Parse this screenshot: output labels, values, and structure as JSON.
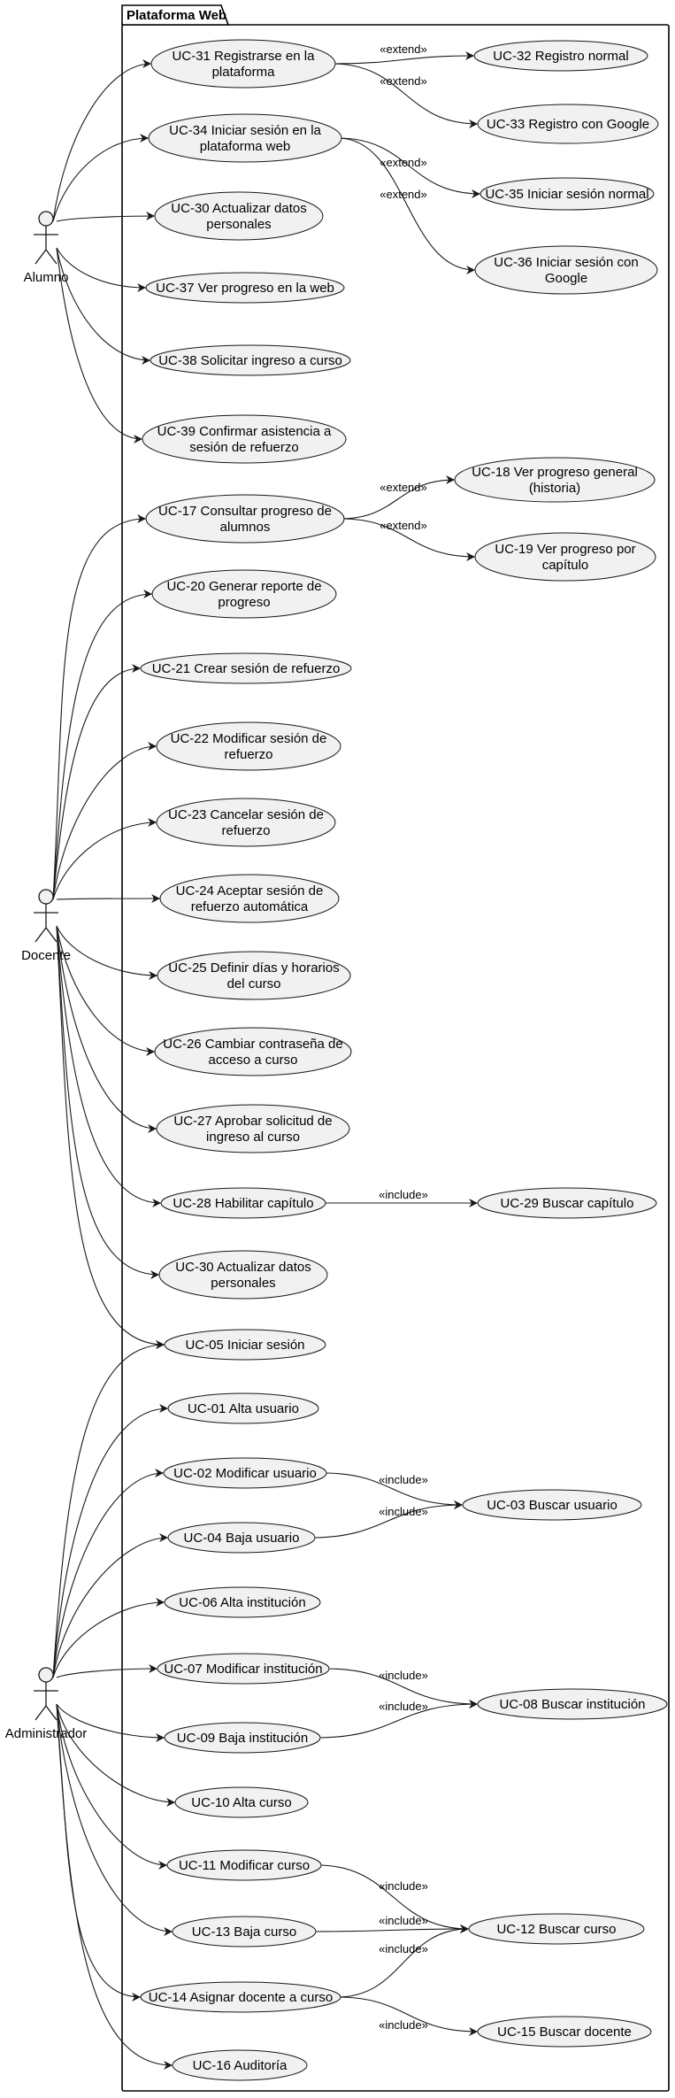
{
  "diagram": {
    "package_title": "Plataforma Web",
    "actors": {
      "alumno": "Alumno",
      "docente": "Docente",
      "admin": "Administrador"
    },
    "use_cases": {
      "uc31": [
        "UC-31 Registrarse en la",
        "plataforma"
      ],
      "uc32": [
        "UC-32 Registro normal"
      ],
      "uc33": [
        "UC-33 Registro con Google"
      ],
      "uc34": [
        "UC-34 Iniciar sesión en la",
        "plataforma web"
      ],
      "uc35": [
        "UC-35 Iniciar sesión normal"
      ],
      "uc36": [
        "UC-36 Iniciar sesión con",
        "Google"
      ],
      "uc30a": [
        "UC-30 Actualizar datos",
        "personales"
      ],
      "uc37": [
        "UC-37 Ver progreso en la web"
      ],
      "uc38": [
        "UC-38 Solicitar ingreso a curso"
      ],
      "uc39": [
        "UC-39 Confirmar asistencia a",
        "sesión de refuerzo"
      ],
      "uc17": [
        "UC-17 Consultar progreso de",
        "alumnos"
      ],
      "uc18": [
        "UC-18 Ver progreso general",
        "(historia)"
      ],
      "uc19": [
        "UC-19 Ver progreso por",
        "capítulo"
      ],
      "uc20": [
        "UC-20 Generar reporte de",
        "progreso"
      ],
      "uc21": [
        "UC-21 Crear sesión de refuerzo"
      ],
      "uc22": [
        "UC-22 Modificar sesión de",
        "refuerzo"
      ],
      "uc23": [
        "UC-23 Cancelar sesión de",
        "refuerzo"
      ],
      "uc24": [
        "UC-24 Aceptar sesión de",
        "refuerzo automática"
      ],
      "uc25": [
        "UC-25 Definir días y horarios",
        "del curso"
      ],
      "uc26": [
        "UC-26 Cambiar contraseña de",
        "acceso a curso"
      ],
      "uc27": [
        "UC-27 Aprobar solicitud de",
        "ingreso al curso"
      ],
      "uc28": [
        "UC-28 Habilitar capítulo"
      ],
      "uc29": [
        "UC-29 Buscar capítulo"
      ],
      "uc30b": [
        "UC-30 Actualizar datos",
        "personales"
      ],
      "uc05": [
        "UC-05 Iniciar sesión"
      ],
      "uc01": [
        "UC-01 Alta usuario"
      ],
      "uc02": [
        "UC-02 Modificar usuario"
      ],
      "uc03": [
        "UC-03 Buscar usuario"
      ],
      "uc04": [
        "UC-04 Baja usuario"
      ],
      "uc06": [
        "UC-06 Alta institución"
      ],
      "uc07": [
        "UC-07 Modificar institución"
      ],
      "uc08": [
        "UC-08 Buscar institución"
      ],
      "uc09": [
        "UC-09 Baja institución"
      ],
      "uc10": [
        "UC-10 Alta curso"
      ],
      "uc11": [
        "UC-11 Modificar curso"
      ],
      "uc12": [
        "UC-12 Buscar curso"
      ],
      "uc13": [
        "UC-13 Baja curso"
      ],
      "uc14": [
        "UC-14 Asignar docente a curso"
      ],
      "uc15": [
        "UC-15 Buscar docente"
      ],
      "uc16": [
        "UC-16 Auditoría"
      ]
    },
    "stereotypes": {
      "extend": "«extend»",
      "include": "«include»"
    },
    "associations": [
      [
        "alumno",
        "uc31"
      ],
      [
        "alumno",
        "uc34"
      ],
      [
        "alumno",
        "uc30a"
      ],
      [
        "alumno",
        "uc37"
      ],
      [
        "alumno",
        "uc38"
      ],
      [
        "alumno",
        "uc39"
      ],
      [
        "docente",
        "uc17"
      ],
      [
        "docente",
        "uc20"
      ],
      [
        "docente",
        "uc21"
      ],
      [
        "docente",
        "uc22"
      ],
      [
        "docente",
        "uc23"
      ],
      [
        "docente",
        "uc24"
      ],
      [
        "docente",
        "uc25"
      ],
      [
        "docente",
        "uc26"
      ],
      [
        "docente",
        "uc27"
      ],
      [
        "docente",
        "uc28"
      ],
      [
        "docente",
        "uc30b"
      ],
      [
        "docente",
        "uc05"
      ],
      [
        "admin",
        "uc05"
      ],
      [
        "admin",
        "uc01"
      ],
      [
        "admin",
        "uc02"
      ],
      [
        "admin",
        "uc04"
      ],
      [
        "admin",
        "uc06"
      ],
      [
        "admin",
        "uc07"
      ],
      [
        "admin",
        "uc09"
      ],
      [
        "admin",
        "uc10"
      ],
      [
        "admin",
        "uc11"
      ],
      [
        "admin",
        "uc13"
      ],
      [
        "admin",
        "uc14"
      ],
      [
        "admin",
        "uc16"
      ]
    ],
    "dependencies": [
      [
        "uc31",
        "uc32",
        "extend"
      ],
      [
        "uc31",
        "uc33",
        "extend"
      ],
      [
        "uc34",
        "uc35",
        "extend"
      ],
      [
        "uc34",
        "uc36",
        "extend"
      ],
      [
        "uc17",
        "uc18",
        "extend"
      ],
      [
        "uc17",
        "uc19",
        "extend"
      ],
      [
        "uc28",
        "uc29",
        "include"
      ],
      [
        "uc02",
        "uc03",
        "include"
      ],
      [
        "uc04",
        "uc03",
        "include"
      ],
      [
        "uc07",
        "uc08",
        "include"
      ],
      [
        "uc09",
        "uc08",
        "include"
      ],
      [
        "uc11",
        "uc12",
        "include"
      ],
      [
        "uc13",
        "uc12",
        "include"
      ],
      [
        "uc14",
        "uc12",
        "include"
      ],
      [
        "uc14",
        "uc15",
        "include"
      ]
    ]
  }
}
